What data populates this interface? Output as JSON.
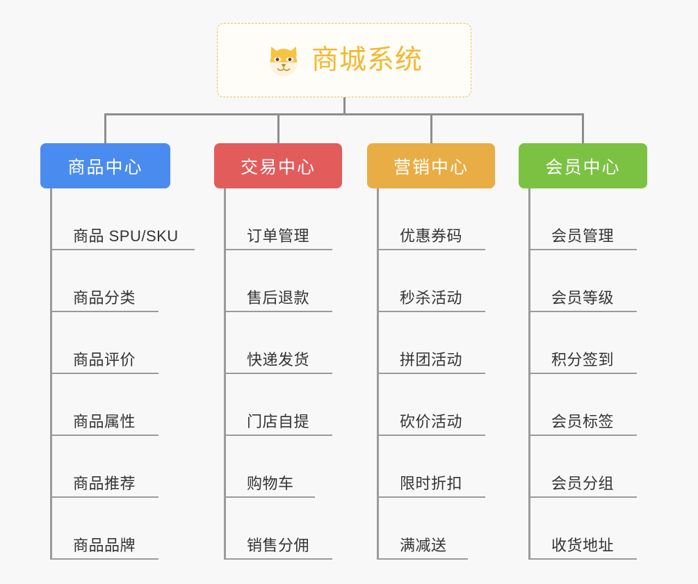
{
  "page": {
    "background_color": "#f8f8f8",
    "connector_color": "#8c8c8c"
  },
  "root": {
    "title": "商城系统",
    "icon": "shiba-dog-face-emoji",
    "text_color": "#f5b731",
    "border_color": "#f0bb5c",
    "background_color": "#fffdf7"
  },
  "categories": [
    {
      "id": "product-center",
      "label": "商品中心",
      "color": "#4a8bf0",
      "items": [
        {
          "label": "商品 SPU/SKU",
          "rule_width": 205
        },
        {
          "label": "商品分类",
          "rule_width": 153
        },
        {
          "label": "商品评价",
          "rule_width": 153
        },
        {
          "label": "商品属性",
          "rule_width": 153
        },
        {
          "label": "商品推荐",
          "rule_width": 153
        },
        {
          "label": "商品品牌",
          "rule_width": 153
        }
      ]
    },
    {
      "id": "trade-center",
      "label": "交易中心",
      "color": "#e25c5c",
      "items": [
        {
          "label": "订单管理",
          "rule_width": 153
        },
        {
          "label": "售后退款",
          "rule_width": 153
        },
        {
          "label": "快递发货",
          "rule_width": 153
        },
        {
          "label": "门店自提",
          "rule_width": 153
        },
        {
          "label": "购物车",
          "rule_width": 128
        },
        {
          "label": "销售分佣",
          "rule_width": 153
        }
      ]
    },
    {
      "id": "marketing-center",
      "label": "营销中心",
      "color": "#e9ad45",
      "items": [
        {
          "label": "优惠券码",
          "rule_width": 153
        },
        {
          "label": "秒杀活动",
          "rule_width": 153
        },
        {
          "label": "拼团活动",
          "rule_width": 153
        },
        {
          "label": "砍价活动",
          "rule_width": 153
        },
        {
          "label": "限时折扣",
          "rule_width": 153
        },
        {
          "label": "满减送",
          "rule_width": 128
        }
      ]
    },
    {
      "id": "member-center",
      "label": "会员中心",
      "color": "#7cc242",
      "items": [
        {
          "label": "会员管理",
          "rule_width": 153
        },
        {
          "label": "会员等级",
          "rule_width": 153
        },
        {
          "label": "积分签到",
          "rule_width": 153
        },
        {
          "label": "会员标签",
          "rule_width": 153
        },
        {
          "label": "会员分组",
          "rule_width": 153
        },
        {
          "label": "收货地址",
          "rule_width": 153
        }
      ]
    }
  ]
}
